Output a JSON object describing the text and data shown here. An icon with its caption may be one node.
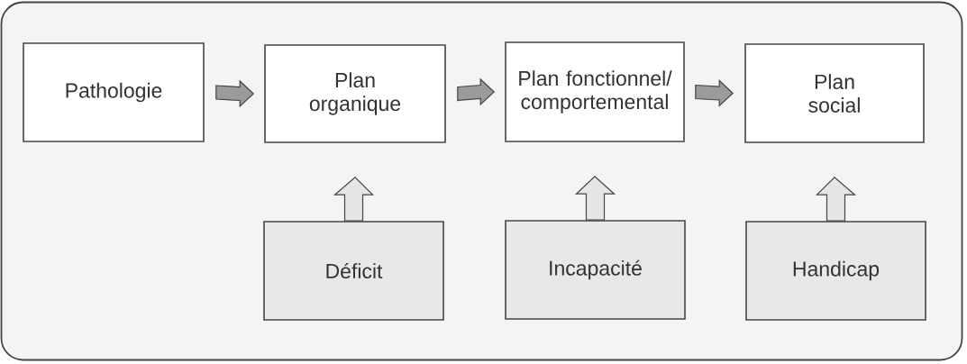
{
  "diagram": {
    "nodes": [
      {
        "text": [
          "Pathologie"
        ]
      },
      {
        "text": [
          "Plan organique"
        ]
      },
      {
        "text": [
          "Plan fonctionnel/ comportemental"
        ]
      },
      {
        "text": [
          "Plan social"
        ]
      },
      {
        "text": [
          "Déficit"
        ]
      },
      {
        "text": [
          "Incapacité"
        ]
      },
      {
        "text": [
          "Handicap"
        ]
      }
    ],
    "edges": [
      {
        "from": 0,
        "to": 1,
        "arrow": "to"
      },
      {
        "from": 1,
        "to": 2,
        "arrow": "to"
      },
      {
        "from": 2,
        "to": 3,
        "arrow": "to"
      },
      {
        "from": 4,
        "to": 1,
        "arrow": "to"
      },
      {
        "from": 5,
        "to": 2,
        "arrow": "to"
      },
      {
        "from": 6,
        "to": 3,
        "arrow": "to"
      }
    ]
  }
}
